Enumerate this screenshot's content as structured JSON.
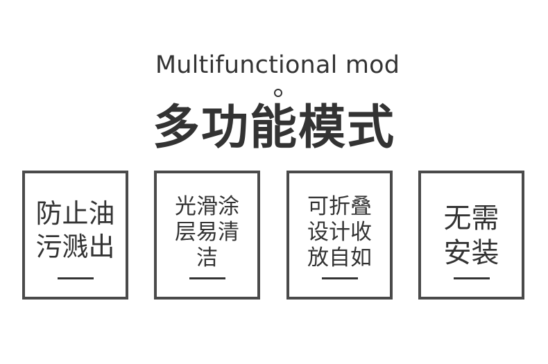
{
  "header": {
    "subtitle_en": "Multifunctional mod",
    "title_cn": "多功能模式"
  },
  "cards": [
    {
      "text": "防止油\n污溅出"
    },
    {
      "text": "光滑涂\n层易清\n洁"
    },
    {
      "text": "可折叠\n设计收\n放自如"
    },
    {
      "text": "无需\n安装"
    }
  ],
  "colors": {
    "text": "#333333",
    "border": "#4a4a4a",
    "background": "#ffffff"
  }
}
